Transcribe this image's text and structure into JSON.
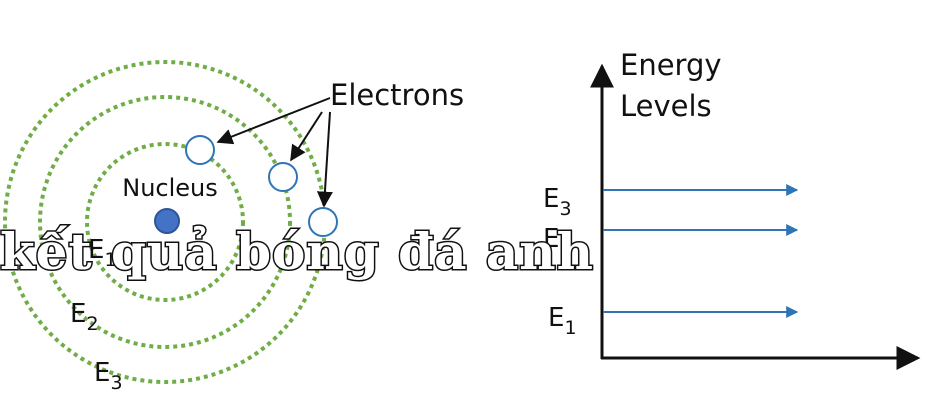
{
  "atom": {
    "nucleus_label": "Nucleus",
    "electrons_label": "Electrons",
    "orbits": [
      {
        "base": "E",
        "sub": "1"
      },
      {
        "base": "E",
        "sub": "2"
      },
      {
        "base": "E",
        "sub": "3"
      }
    ]
  },
  "energy_diagram": {
    "axis_label_line1": "Energy",
    "axis_label_line2": "Levels",
    "levels": [
      {
        "base": "E",
        "sub": "3"
      },
      {
        "base": "E",
        "sub": "2"
      },
      {
        "base": "E",
        "sub": "1"
      }
    ]
  },
  "overlay_text": "kết quả bóng đá anh",
  "colors": {
    "orbit": "#70ad47",
    "electron_stroke": "#2e75b6",
    "nucleus_fill": "#4472c4",
    "nucleus_stroke": "#2f5597",
    "level_arrow": "#2e75b6",
    "axis": "#111111"
  }
}
